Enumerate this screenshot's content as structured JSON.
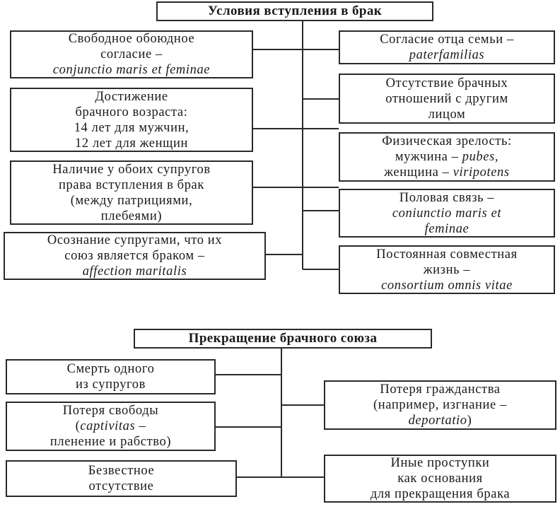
{
  "marriage_conditions": {
    "title": "Условия вступления в брак",
    "left": [
      {
        "l1": "Свободное обоюдное",
        "l2": "согласие –",
        "l3": "conjunctio maris et feminae"
      },
      {
        "l1": "Достижение",
        "l2": "брачного возраста:",
        "l3": "14 лет для мужчин,",
        "l4": "12 лет для женщин"
      },
      {
        "l1": "Наличие у обоих супругов",
        "l2": "права вступления в брак",
        "l3": "(между патрициями,",
        "l4": "плебеями)"
      },
      {
        "l1": "Осознание супругами, что их",
        "l2": "союз является браком –",
        "l3": "affection maritalis"
      }
    ],
    "right": [
      {
        "l1": "Согласие отца семьи –",
        "l2": "paterfamilias"
      },
      {
        "l1": "Отсутствие брачных",
        "l2": "отношений с другим",
        "l3": "лицом"
      },
      {
        "l1": "Физическая зрелость:",
        "l2a": "мужчина – ",
        "l2b": "pubes",
        "l2c": ",",
        "l3a": "женщина – ",
        "l3b": "viripotens"
      },
      {
        "l1": "Половая связь –",
        "l2": "coniunctio maris et",
        "l3": "feminae"
      },
      {
        "l1": "Постоянная совместная",
        "l2": "жизнь –",
        "l3": "consortium omnis vitae"
      }
    ]
  },
  "marriage_termination": {
    "title": "Прекращение брачного союза",
    "left": [
      {
        "l1": "Смерть одного",
        "l2": "из супругов"
      },
      {
        "l1": "Потеря свободы",
        "l2a": "(",
        "l2b": "captivitas",
        "l2c": " –",
        "l3": "пленение и рабство)"
      },
      {
        "l1": "Безвестное",
        "l2": "отсутствие"
      }
    ],
    "right": [
      {
        "l1": "Потеря гражданства",
        "l2": "(например, изгнание –",
        "l3a": "deportatio",
        "l3b": ")"
      },
      {
        "l1": "Иные проступки",
        "l2": "как основания",
        "l3": "для прекращения брака"
      }
    ]
  }
}
